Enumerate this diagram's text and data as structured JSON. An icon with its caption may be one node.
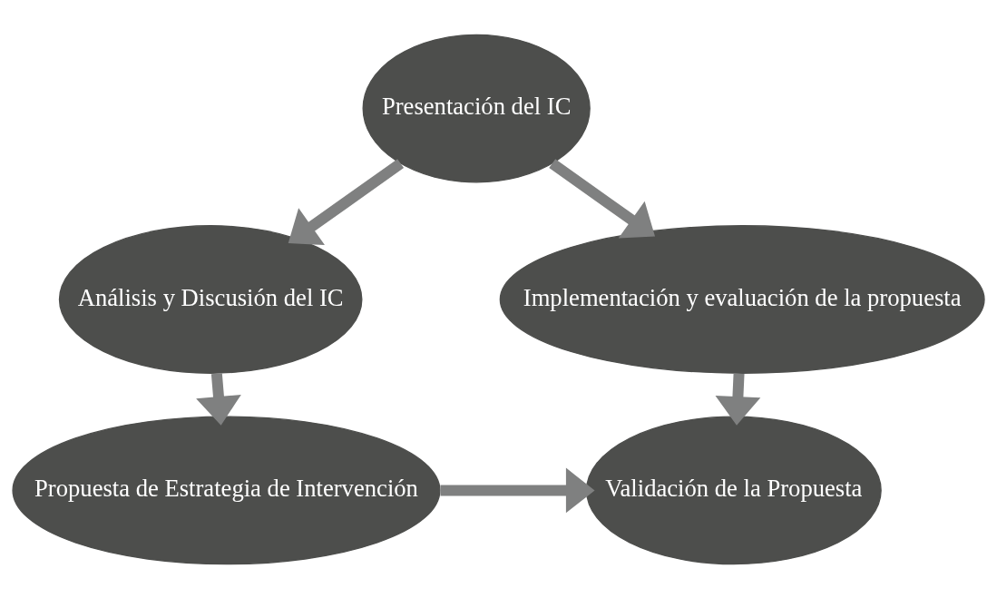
{
  "diagram": {
    "nodes": [
      {
        "text": [
          "Presentación del IC"
        ]
      },
      {
        "text": [
          "Implementación y evaluación de la propuesta"
        ]
      },
      {
        "text": [
          "Análisis y Discusión del IC"
        ]
      },
      {
        "text": [
          "Validación de la Propuesta"
        ]
      },
      {
        "text": [
          "Propuesta de Estrategia de Intervención"
        ]
      }
    ],
    "edges": [
      {
        "from": 0,
        "to": 2,
        "arrow": "to"
      },
      {
        "from": 2,
        "to": 4,
        "arrow": "to"
      },
      {
        "from": 4,
        "to": 3,
        "arrow": "to"
      },
      {
        "from": 1,
        "to": 3,
        "arrow": "to"
      },
      {
        "from": 0,
        "to": 1,
        "arrow": "to"
      }
    ]
  }
}
